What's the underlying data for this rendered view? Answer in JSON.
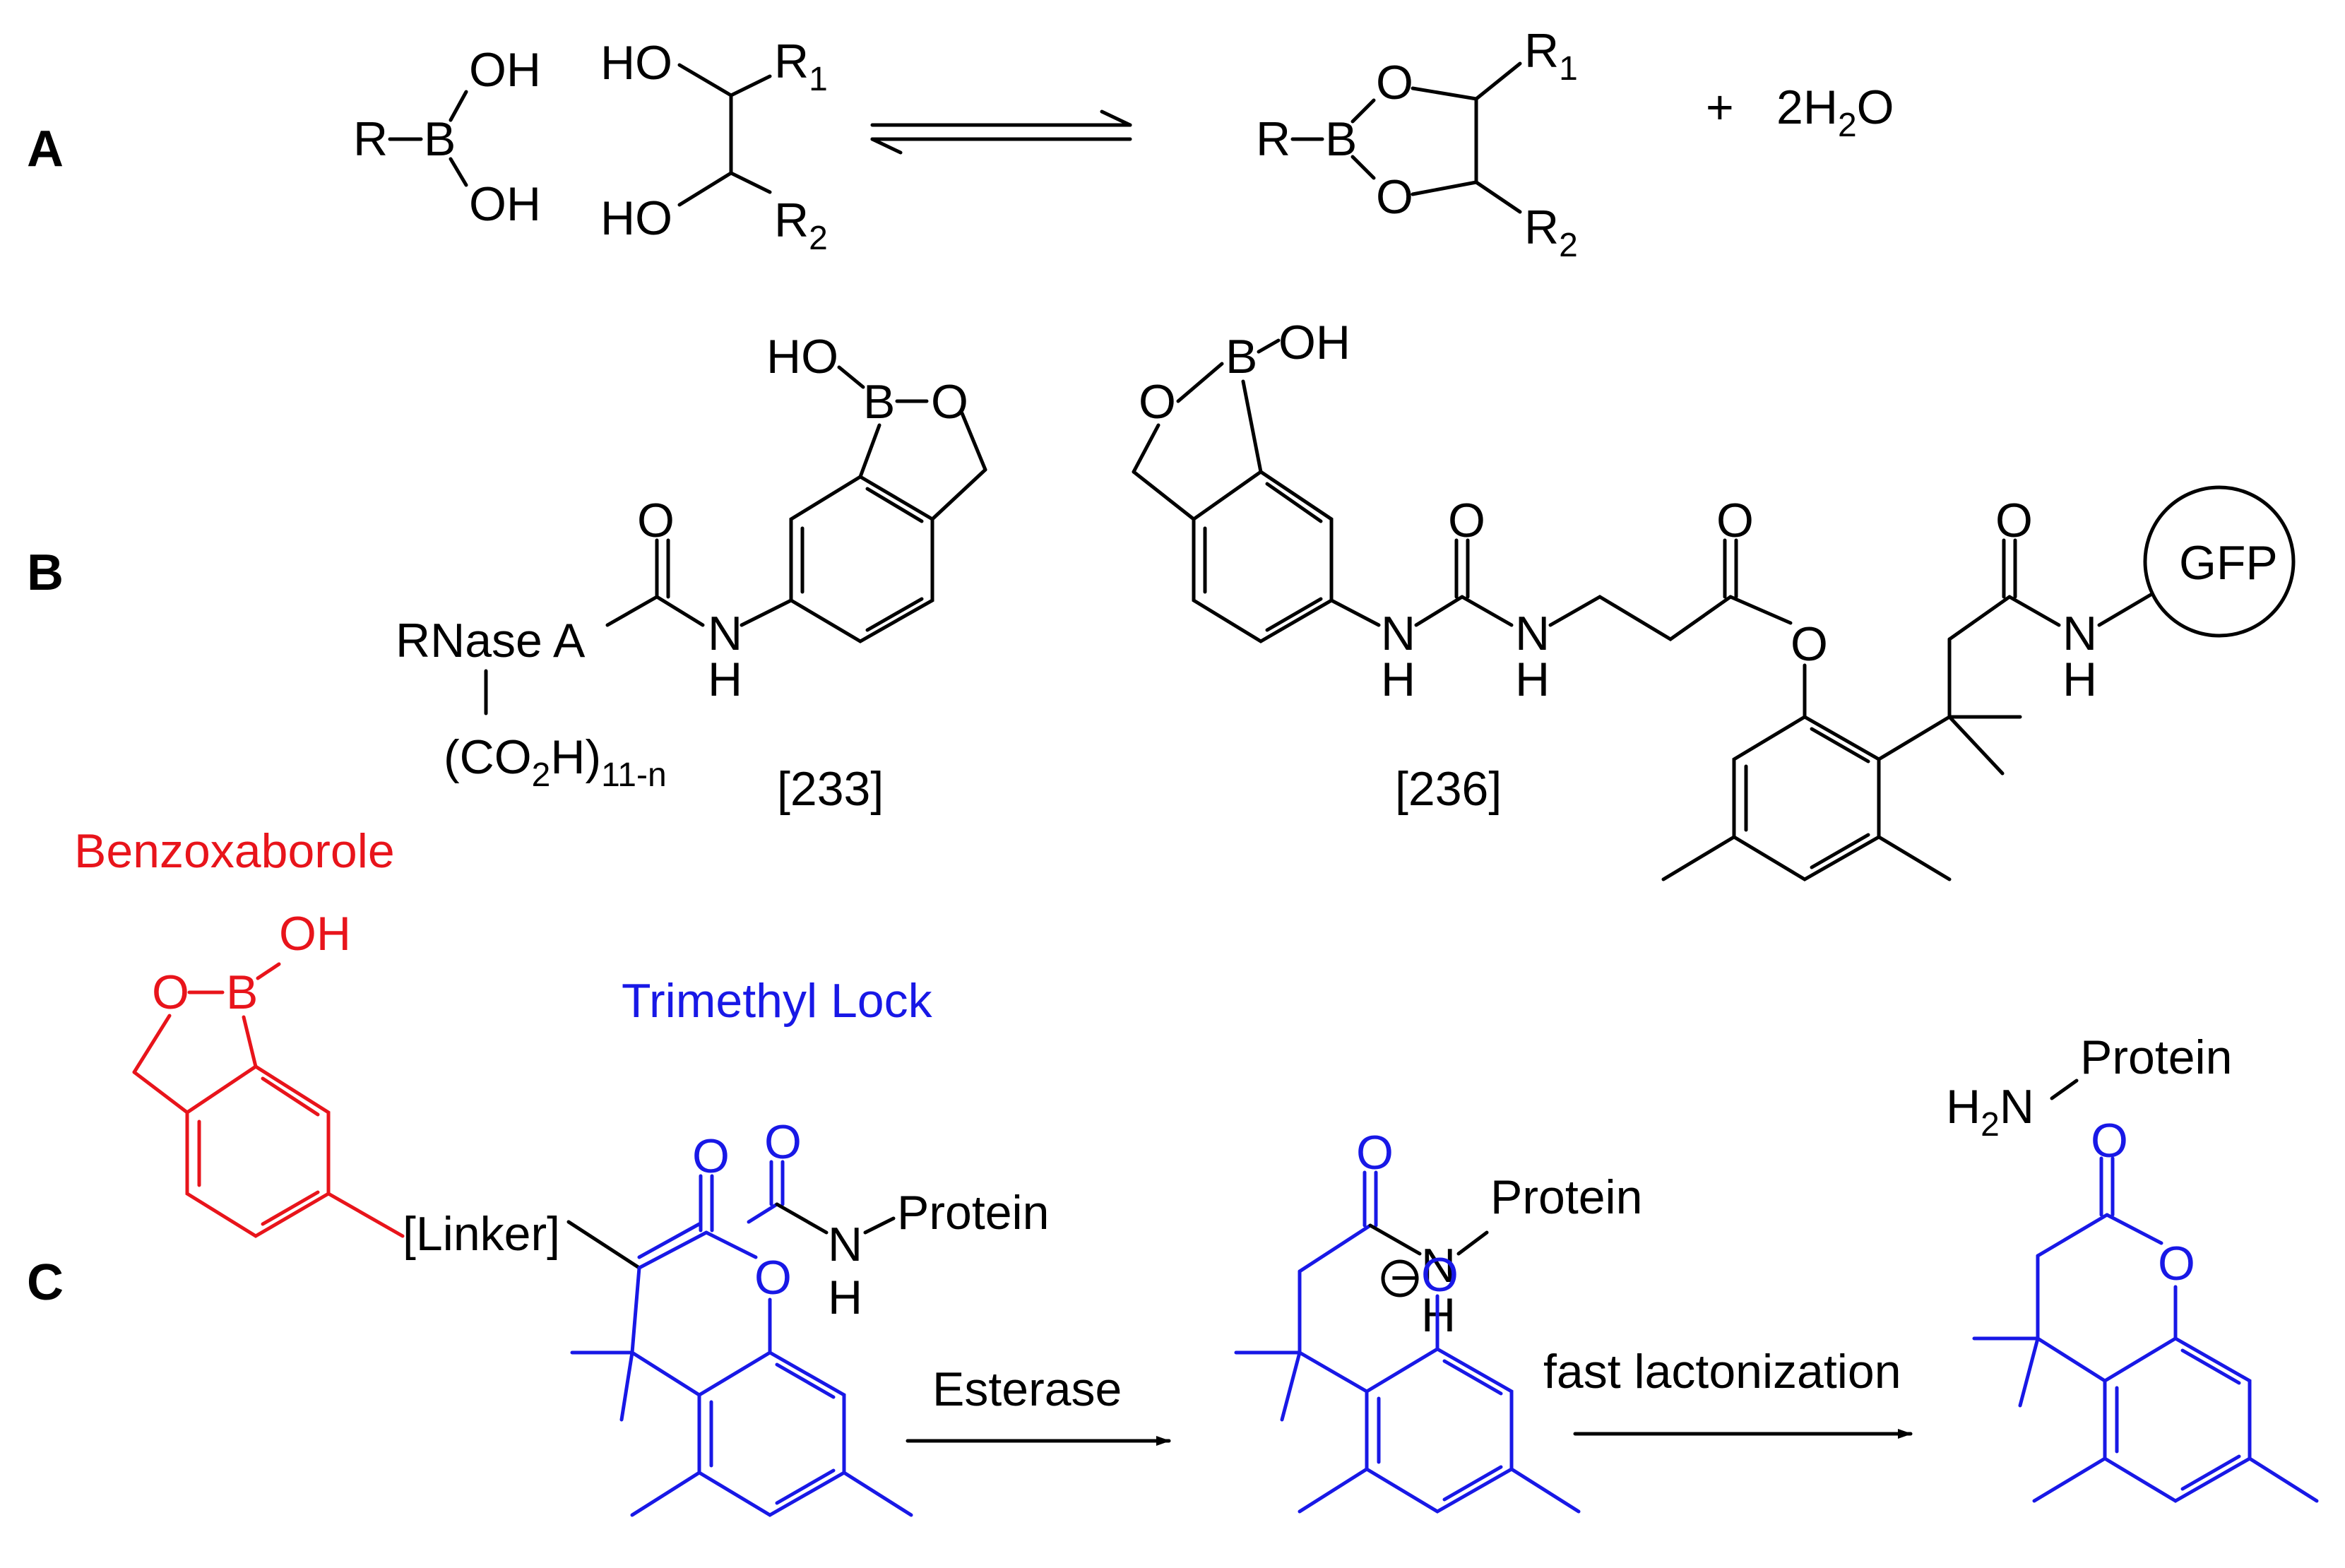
{
  "panels": {
    "a": {
      "letter": "A",
      "reactant1": {
        "r": "R",
        "b": "B",
        "oh_top": "OH",
        "oh_bottom": "OH"
      },
      "reactant2": {
        "ho_top": "HO",
        "ho_bottom": "HO",
        "r1": "R",
        "r1_sub": "1",
        "r2": "R",
        "r2_sub": "2"
      },
      "product": {
        "r": "R",
        "b": "B",
        "o_top": "O",
        "o_bottom": "O",
        "r1": "R",
        "r1_sub": "1",
        "r2": "R",
        "r2_sub": "2"
      },
      "byproduct": {
        "plus": "+",
        "prefix": "2H",
        "sub": "2",
        "suffix": "O"
      }
    },
    "b": {
      "letter": "B",
      "compound_233": {
        "ref": "[233]",
        "ho": "HO",
        "b": "B",
        "o": "O",
        "carbonyl_o": "O",
        "rnase": "RNase A",
        "n": "N",
        "h": "H",
        "co2h_open": "(CO",
        "co2h_sub": "2",
        "co2h_close": "H)",
        "co2h_count": "11-n"
      },
      "compound_236": {
        "ref": "[236]",
        "o": "O",
        "b": "B",
        "oh": "OH",
        "urea_o": "O",
        "n1": "N",
        "h1": "H",
        "n2": "N",
        "h2": "H",
        "ester_o_top": "O",
        "ester_o": "O",
        "amide_o": "O",
        "n3": "N",
        "h3": "H",
        "gfp": "GFP"
      }
    },
    "c": {
      "letter": "C",
      "benzoxaborole_label": "Benzoxaborole",
      "trimethyl_lock_label": "Trimethyl Lock",
      "prodrug": {
        "o": "O",
        "b": "B",
        "oh": "OH",
        "linker": "[Linker]",
        "ester_o_top": "O",
        "ester_o": "O",
        "amide_o": "O",
        "n": "N",
        "h": "H",
        "protein": "Protein"
      },
      "step1": "Esterase",
      "intermediate": {
        "amide_o": "O",
        "n": "N",
        "h": "H",
        "protein": "Protein",
        "phenoxide_o": "O",
        "charge": "−"
      },
      "step2": "fast lactonization",
      "released": {
        "h": "H",
        "h_sub": "2",
        "n": "N",
        "protein": "Protein"
      },
      "lactone": {
        "carbonyl_o": "O",
        "ring_o": "O"
      }
    }
  },
  "colors": {
    "benzoxaborole": "#e8141b",
    "trimethyl_lock": "#1818e6",
    "default": "#000000"
  }
}
